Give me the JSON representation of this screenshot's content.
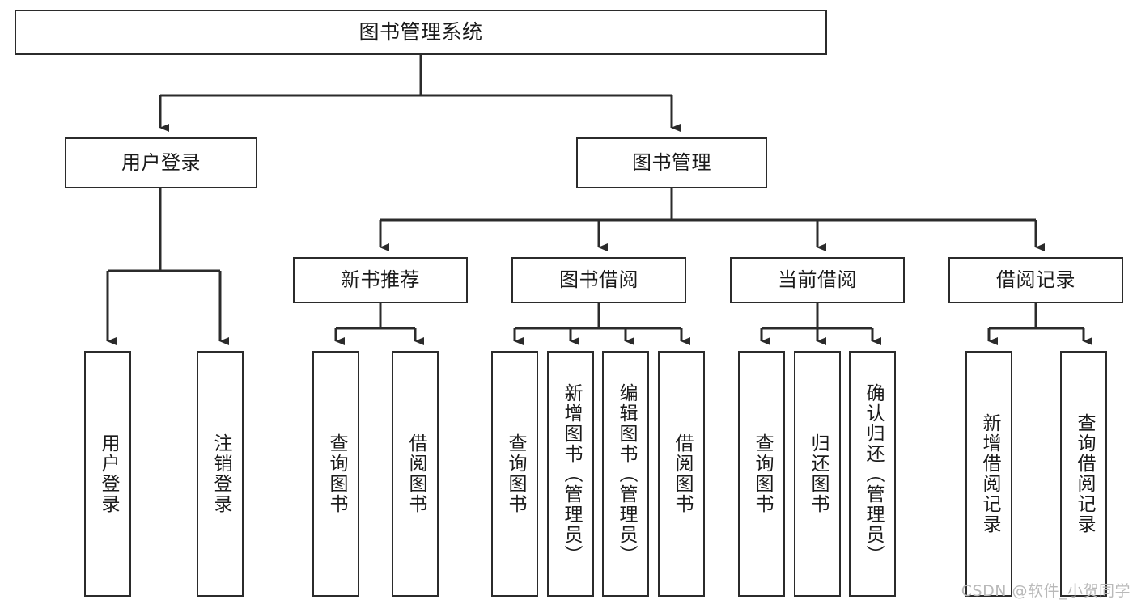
{
  "diagram": {
    "title": "图书管理系统",
    "type": "tree",
    "watermark": "CSDN @软件_小贺同学",
    "colors": {
      "stroke": "#2b2b2b",
      "fill": "#ffffff",
      "background": "#ffffff",
      "watermark": "#b9b9b9"
    },
    "nodes": {
      "root": {
        "label": "图书管理系统"
      },
      "level1": [
        {
          "id": "user-login",
          "label": "用户登录"
        },
        {
          "id": "book-manage",
          "label": "图书管理"
        }
      ],
      "level2": [
        {
          "id": "new-book-recommend",
          "label": "新书推荐"
        },
        {
          "id": "book-borrow",
          "label": "图书借阅"
        },
        {
          "id": "current-borrow",
          "label": "当前借阅"
        },
        {
          "id": "borrow-record",
          "label": "借阅记录"
        }
      ],
      "leaves": {
        "user_login": [
          {
            "id": "leaf-user-login",
            "label": "用户登录"
          },
          {
            "id": "leaf-logout-login",
            "label": "注销登录"
          }
        ],
        "new_book_recommend": [
          {
            "id": "leaf-query-book-1",
            "label": "查询图书"
          },
          {
            "id": "leaf-borrow-book-1",
            "label": "借阅图书"
          }
        ],
        "book_borrow": [
          {
            "id": "leaf-query-book-2",
            "label": "查询图书"
          },
          {
            "id": "leaf-add-book",
            "label": "新增图书（管理员）"
          },
          {
            "id": "leaf-edit-book",
            "label": "编辑图书（管理员）"
          },
          {
            "id": "leaf-borrow-book-2",
            "label": "借阅图书"
          }
        ],
        "current_borrow": [
          {
            "id": "leaf-query-book-3",
            "label": "查询图书"
          },
          {
            "id": "leaf-return-book",
            "label": "归还图书"
          },
          {
            "id": "leaf-confirm-return",
            "label": "确认归还（管理员）"
          }
        ],
        "borrow_record": [
          {
            "id": "leaf-add-record",
            "label": "新增借阅记录"
          },
          {
            "id": "leaf-query-record",
            "label": "查询借阅记录"
          }
        ]
      }
    }
  }
}
